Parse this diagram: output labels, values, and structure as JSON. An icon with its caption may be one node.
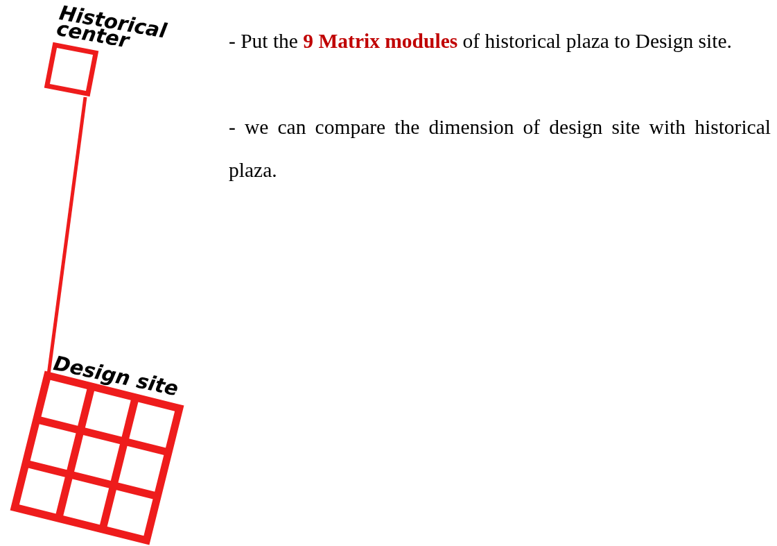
{
  "diagram": {
    "nodes": [
      {
        "text": [
          "Historical center"
        ]
      },
      {
        "text": [
          "Design site"
        ]
      }
    ],
    "edges": [
      {
        "from": 0,
        "to": 1,
        "arrow": "none"
      }
    ],
    "labels": [
      "- Put the **9 Matrix modules** of historical plaza to Design site.",
      "- we can compare the dimension of design site with historical plaza."
    ]
  }
}
